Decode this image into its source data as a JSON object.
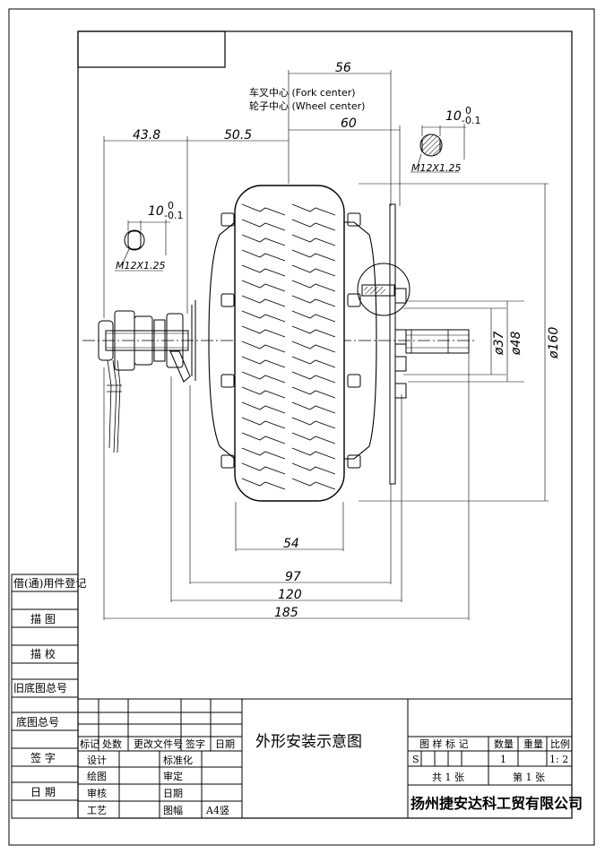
{
  "drawing": {
    "dimensions": {
      "d56": "56",
      "d60": "60",
      "d43_8": "43.8",
      "d50_5": "50.5",
      "d54": "54",
      "d97": "97",
      "d120": "120",
      "d185": "185",
      "dia37": "ø37",
      "dia48": "ø48",
      "dia160": "ø160"
    },
    "notes": {
      "fork_center": "车叉中心 (Fork center)",
      "wheel_center": "轮子中心 (Wheel center)"
    },
    "flat_detail_right": {
      "width": "10",
      "tol_upper": "0",
      "tol_lower": "-0.1",
      "thread": "M12X1.25"
    },
    "flat_detail_left": {
      "width": "10",
      "tol_upper": "0",
      "tol_lower": "-0.1",
      "thread": "M12X1.25"
    }
  },
  "side_strip": {
    "items": [
      "借(通)用件登记",
      "描 图",
      "描 校",
      "旧底图总号",
      "底图总号",
      "签 字",
      "日 期"
    ]
  },
  "title_block": {
    "rev_headers": [
      "标记",
      "处数",
      "更改文件号",
      "签字",
      "日期"
    ],
    "sign_rows": [
      {
        "left": "设计",
        "right": "标准化"
      },
      {
        "left": "绘图",
        "right": "审定"
      },
      {
        "left": "审核",
        "right": "日期"
      },
      {
        "left": "工艺",
        "right": "图幅",
        "extra": "A4竖"
      }
    ],
    "drawing_title": "外形安装示意图",
    "marks_header": "图 样 标 记",
    "qty_header": "数量",
    "weight_header": "重量",
    "scale_header": "比例",
    "mark_value": "S",
    "qty_value": "1",
    "scale_value": "1: 2",
    "sheets_total": "共 1 张",
    "sheet_no": "第 1 张",
    "company": "扬州捷安达科工贸有限公司"
  }
}
